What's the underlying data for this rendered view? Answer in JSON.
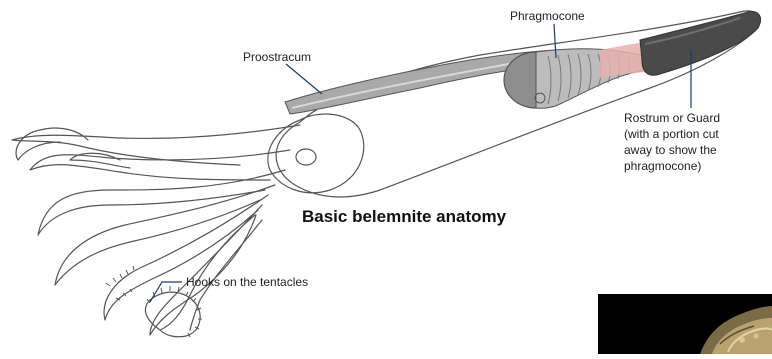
{
  "diagram": {
    "title": "Basic belemnite anatomy",
    "labels": {
      "proostracum": "Proostracum",
      "phragmocone": "Phragmocone",
      "rostrum_lines": [
        "Rostrum or Guard",
        "(with a portion cut",
        "away to show the",
        "phragmocone)"
      ],
      "hooks": "Hooks on the tentacles"
    }
  }
}
